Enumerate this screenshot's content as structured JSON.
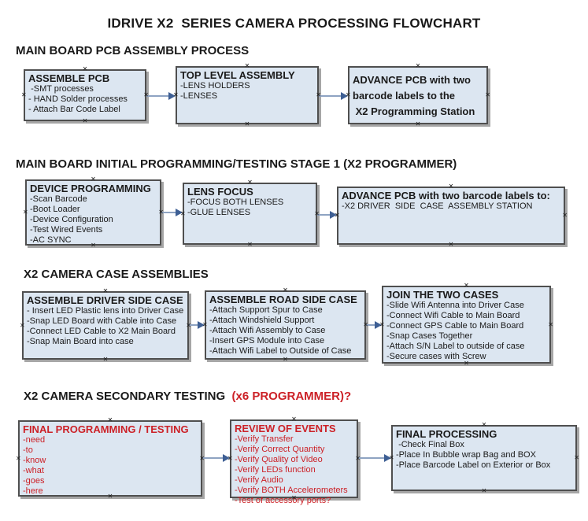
{
  "title": "IDRIVE X2  SERIES CAMERA PROCESSING FLOWCHART",
  "colors": {
    "page_bg": "#ffffff",
    "ink": "#1a1a1a",
    "box_fill": "#dce6f1",
    "box_border": "#4f4f4f",
    "box_shadow": "#a6a6a6",
    "red": "#cc2127",
    "arrow_line": "#8ea3c2",
    "arrow_head": "#3e5f94"
  },
  "icons": {
    "connection_handle": "✕"
  },
  "sections": [
    {
      "heading": {
        "text": "MAIN BOARD PCB ASSEMBLY PROCESS",
        "red_suffix": ""
      },
      "boxes": [
        {
          "header": "ASSEMBLE PCB",
          "items": [
            " -SMT processes",
            "- HAND Solder processes",
            "- Attach Bar Code Label"
          ]
        },
        {
          "header": "TOP LEVEL ASSEMBLY",
          "items": [
            "-LENS HOLDERS",
            "-LENSES"
          ]
        },
        {
          "header": "ADVANCE PCB with two\nbarcode labels to the\n X2 Programming Station",
          "items": []
        }
      ]
    },
    {
      "heading": {
        "text": "MAIN BOARD INITIAL PROGRAMMING/TESTING STAGE 1 (X2 PROGRAMMER)",
        "red_suffix": ""
      },
      "boxes": [
        {
          "header": "DEVICE PROGRAMMING",
          "items": [
            "-Scan Barcode",
            "-Boot Loader",
            "-Device Configuration",
            "-Test Wired Events",
            "-AC SYNC"
          ]
        },
        {
          "header": "LENS FOCUS",
          "items": [
            "-FOCUS BOTH LENSES",
            "-GLUE LENSES"
          ]
        },
        {
          "header": "ADVANCE PCB with two barcode labels to:",
          "items": [
            "-X2 DRIVER  SIDE  CASE  ASSEMBLY STATION"
          ]
        }
      ]
    },
    {
      "heading": {
        "text": "X2 CAMERA CASE ASSEMBLIES",
        "red_suffix": ""
      },
      "boxes": [
        {
          "header": "ASSEMBLE DRIVER SIDE CASE",
          "items": [
            "- Insert LED Plastic lens into Driver Case",
            "-Snap LED Board with Cable into Case",
            "-Connect LED Cable to X2 Main Board",
            "-Snap Main Board into case"
          ]
        },
        {
          "header": "ASSEMBLE ROAD SIDE CASE",
          "items": [
            "-Attach Support Spur to Case",
            "-Attach Windshield Support",
            "-Attach Wifi Assembly to Case",
            "-Insert GPS Module into Case",
            "-Attach Wifi Label to Outside of Case"
          ]
        },
        {
          "header": "JOIN THE TWO CASES",
          "items": [
            "-Slide Wifi Antenna into Driver Case",
            "-Connect Wifi Cable to Main Board",
            "-Connect GPS Cable to Main Board",
            "-Snap Cases Together",
            "-Attach S/N Label to outside of case",
            "-Secure cases with Screw"
          ]
        }
      ]
    },
    {
      "heading": {
        "text": "X2 CAMERA SECONDARY TESTING",
        "red_suffix": "  (x6 PROGRAMMER)?"
      },
      "boxes": [
        {
          "header": "FINAL PROGRAMMING / TESTING",
          "items": [
            "-need",
            "-to",
            "-know",
            "-what",
            "-goes",
            "-here"
          ]
        },
        {
          "header": "REVIEW OF EVENTS",
          "items": [
            "-Verify Transfer",
            "-Verify Correct Quantity",
            "-Verify Quality of Video",
            "-Verify LEDs function",
            "-Verify Audio",
            "-Verify BOTH Accelerometers",
            "-Test of accessory ports?"
          ]
        },
        {
          "header": "FINAL PROCESSING",
          "items": [
            " -Check Final Box",
            "-Place In Bubble wrap Bag and BOX",
            "-Place Barcode Label on Exterior or Box"
          ]
        }
      ]
    }
  ]
}
